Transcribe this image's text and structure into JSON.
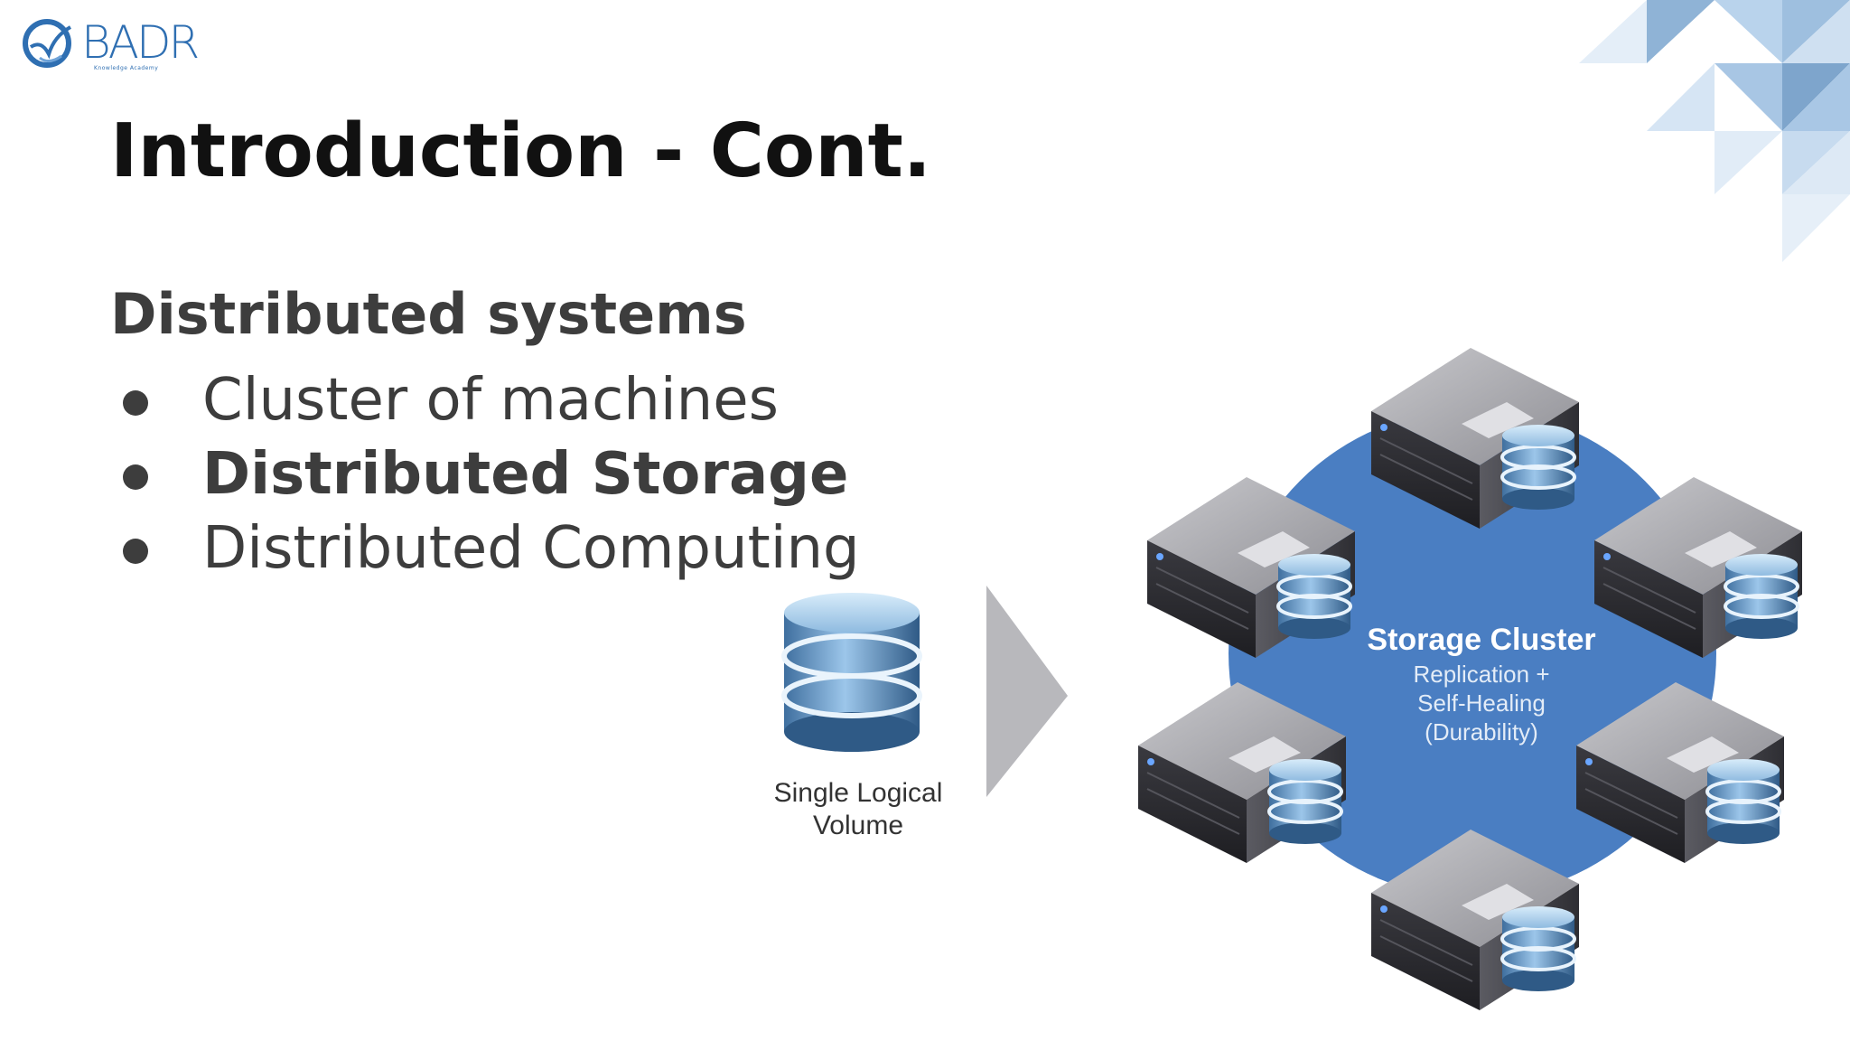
{
  "logo": {
    "text": "BADR",
    "subtext": "Knowledge Academy"
  },
  "slide": {
    "title": "Introduction - Cont.",
    "subtitle": "Distributed systems",
    "bullets": [
      {
        "text": "Cluster of machines",
        "bold": false
      },
      {
        "text": "Distributed Storage",
        "bold": true
      },
      {
        "text": "Distributed Computing",
        "bold": false
      }
    ]
  },
  "diagram": {
    "single_volume_label_line1": "Single Logical",
    "single_volume_label_line2": "Volume",
    "cluster_title": "Storage Cluster",
    "cluster_sub_line1": "Replication +",
    "cluster_sub_line2": "Self-Healing",
    "cluster_sub_line3": "(Durability)"
  },
  "colors": {
    "title": "#111111",
    "body_text": "#3d3d3d",
    "cluster_circle": "#4a7ec2",
    "arrow": "#b8b8bc",
    "accent_blue": "#2f6fb2"
  }
}
